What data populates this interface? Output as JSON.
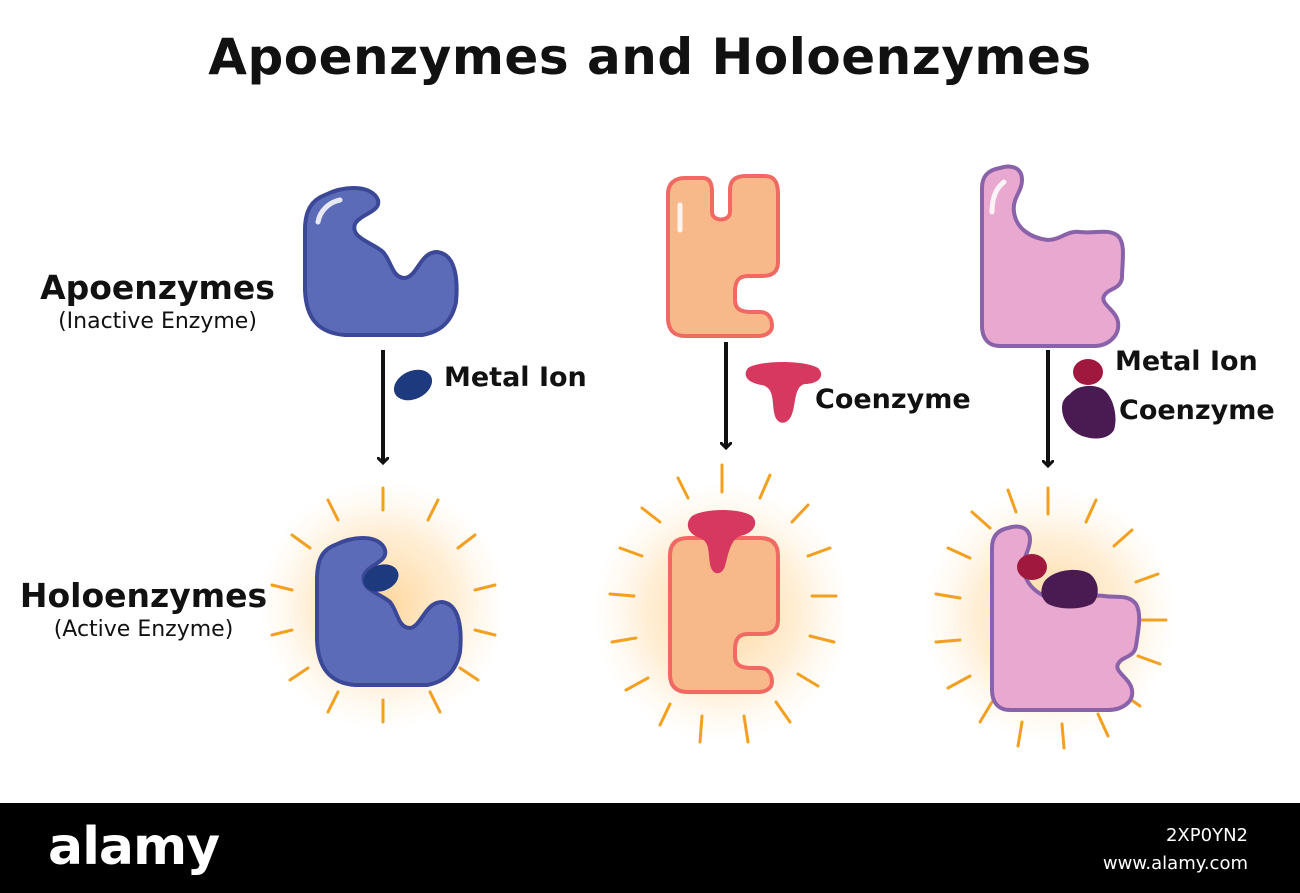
{
  "title": "Apoenzymes and Holoenzymes",
  "rows": {
    "apo": {
      "label": "Apoenzymes",
      "sublabel": "(Inactive Enzyme)"
    },
    "holo": {
      "label": "Holoenzymes",
      "sublabel": "(Active Enzyme)"
    }
  },
  "columns": [
    {
      "parts": [
        "Metal Ion"
      ]
    },
    {
      "parts": [
        "Coenzyme"
      ]
    },
    {
      "parts": [
        "Metal Ion",
        "Coenzyme"
      ]
    }
  ],
  "colors": {
    "enzyme_blue": "#5c6bb8",
    "enzyme_blue_outline": "#3b4797",
    "enzyme_orange": "#f8b98a",
    "enzyme_orange_outline": "#f06a63",
    "enzyme_pink": "#e8a8cf",
    "enzyme_pink_outline": "#8a62a9",
    "metal_ion_navy": "#1e3a7e",
    "metal_ion_red": "#a1183f",
    "coenzyme_crimson": "#d6385f",
    "coenzyme_purple": "#4a1a52",
    "glow": "#ffb347"
  },
  "footer": {
    "brand": "alamy",
    "image_code": "2XP0YN2",
    "site": "www.alamy.com"
  }
}
